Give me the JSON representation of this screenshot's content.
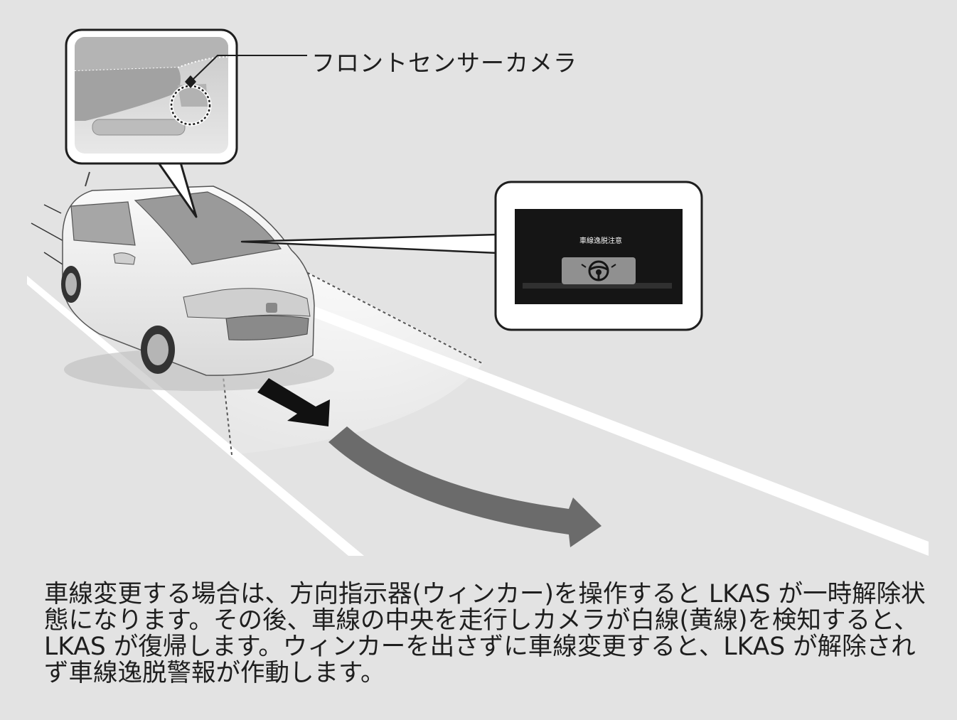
{
  "callout": {
    "label": "フロントセンサーカメラ"
  },
  "display": {
    "message": "車線逸脱注意",
    "icon": "steering-wheel-icon"
  },
  "description": "車線変更する場合は、方向指示器(ウィンカー)を操作すると LKAS が一時解除状態になります。その後、車線の中央を走行しカメラが白線(黄線)を検知すると、LKAS が復帰します。ウィンカーを出さずに車線変更すると、LKAS が解除されず車線逸脱警報が作動します。",
  "colors": {
    "background": "#e3e3e3",
    "arrow": "#6b6b6b",
    "lane_lines": "#ffffff",
    "display": "#151515"
  }
}
